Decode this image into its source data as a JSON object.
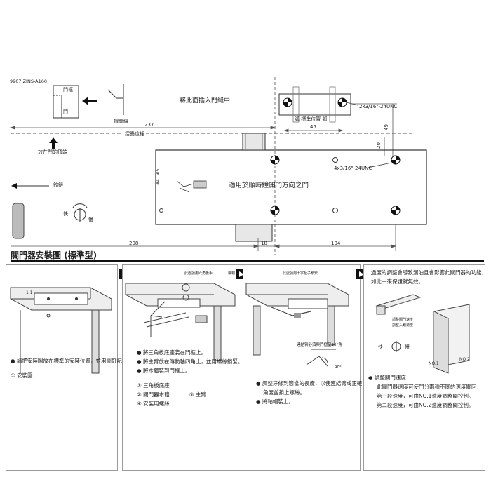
{
  "doc_code": "9907 ZINS-A160",
  "top": {
    "door_frame": "門框",
    "door": "門",
    "fold_line": "摺疊線",
    "insert_note": "將此面插入門縫中",
    "fold_here": "摺疊這裡",
    "door_top": "放在門的頂端",
    "hinge": "鉸鏈",
    "fast": "快",
    "slow": "慢",
    "screw_top": "2x3/16\"-24UNC",
    "screw_main": "4x3/16\"-24UNC",
    "bracket_pos": "弧 標準位置 弧",
    "main_label": "適用於順時鐘開門方向之門",
    "side_code": "#4 , #5",
    "dims": {
      "d237": "237",
      "d45": "45",
      "d49": "49",
      "d20": "20",
      "d208": "208",
      "d18": "18",
      "d104": "104"
    }
  },
  "section_title": "關門器安裝圖 (標準型)",
  "steps": [
    {
      "top_note": "",
      "bullets": [
        "請把安裝圖放在標準的安裝位置，並用圖釘記號。"
      ],
      "parts": [
        "① 安裝圖"
      ],
      "mark": "1·1"
    },
    {
      "top_note": "此處請用六角板手",
      "top_note2": "螺帽",
      "bullets": [
        "將三角板底座裝在門框上。",
        "將主臂放在傳動軸四角上，並用螺絲鎖緊。",
        "將本體裝到門框上。"
      ],
      "parts": [
        "① 三角板底座",
        "② 關門器本體",
        "③ 主臂",
        "④ 安裝用螺絲"
      ]
    },
    {
      "top_note": "此處請用十字起子鎖緊",
      "arm_note": "連結臂必須與門框呈90°角",
      "angle": "90°",
      "bullets": [
        "調整牙條到適當的長度，以使連結臂成正確的角度並鎖上螺絲。",
        "將軸帽裝上。"
      ]
    },
    {
      "intro": [
        "過度的調整會導致漏油且會影響此關門器的功能，",
        "如此一來保證就無效。"
      ],
      "valve_label1": "調整關門速度",
      "valve_label2": "調整入鎖速度",
      "fast": "快",
      "slow": "慢",
      "no1": "NO.1",
      "no2": "NO.2",
      "bullets": [
        "調整關門速度"
      ],
      "details": [
        "此關門器速度可使門分兩種不同的速度關回：",
        "第一段速度，可由NO.1速度調整閥控制。",
        "第二段速度，可由NO.2速度調整閥控制。"
      ]
    }
  ]
}
